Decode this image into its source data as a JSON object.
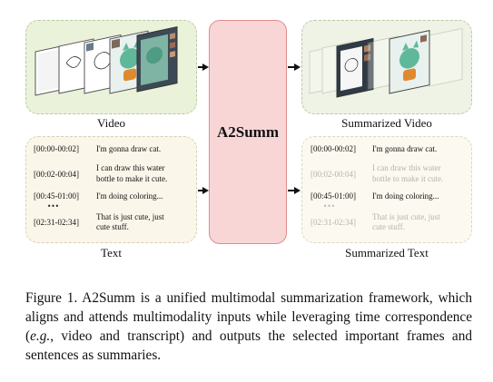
{
  "center": {
    "label": "A2Summ"
  },
  "labels": {
    "video": "Video",
    "summarized_video": "Summarized Video",
    "text": "Text",
    "summarized_text": "Summarized Text"
  },
  "text_input": [
    {
      "time": "[00:00-00:02]",
      "lines": [
        "I'm gonna draw cat."
      ]
    },
    {
      "time": "[00:02-00:04]",
      "lines": [
        "I can draw this water",
        "bottle to make it cute."
      ]
    },
    {
      "time": "[00:45-01:00]",
      "lines": [
        "I'm doing coloring..."
      ]
    },
    {
      "time": "[02:31-02:34]",
      "lines": [
        "That is just cute, just",
        "cute stuff."
      ]
    }
  ],
  "text_summary": [
    {
      "time": "[00:00-00:02]",
      "lines": [
        "I'm gonna draw cat."
      ],
      "selected": true
    },
    {
      "time": "[00:02-00:04]",
      "lines": [
        "I can draw this water",
        "bottle to make it cute."
      ],
      "selected": false
    },
    {
      "time": "[00:45-01:00]",
      "lines": [
        "I'm doing coloring..."
      ],
      "selected": true
    },
    {
      "time": "[02:31-02:34]",
      "lines": [
        "That is just cute, just",
        "cute stuff."
      ],
      "selected": false
    }
  ],
  "ellipsis": "⋯",
  "figure_caption": {
    "label": "Figure 1.",
    "text_before": " A2Summ is a unified multimodal summarization framework, which aligns and attends multimodality inputs while leveraging time correspondence (",
    "eg": "e.g.",
    "text_after": ", video and transcript) and outputs the selected important frames and sentences as summaries."
  },
  "colors": {
    "video_panel": "#eaf2da",
    "text_panel": "#fbf6ea",
    "center_box": "#f8d6d6",
    "center_border": "#e08c8c",
    "faded_text": "#b3b3b3"
  }
}
